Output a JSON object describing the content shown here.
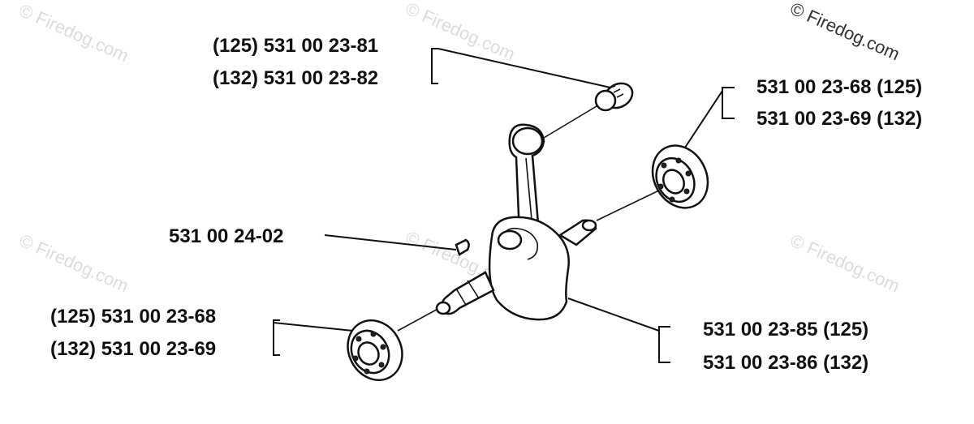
{
  "watermarks": {
    "main": "© Firedog.com",
    "faint": "© Firedog.com"
  },
  "labels": {
    "needle_bearing": {
      "line1": "(125) 531 00 23-81",
      "line2": "(132) 531 00 23-82"
    },
    "bearing_right": {
      "line1": "531 00 23-68 (125)",
      "line2": "531 00 23-69 (132)"
    },
    "key": "531 00 24-02",
    "bearing_left": {
      "line1": "(125) 531 00 23-68",
      "line2": "(132) 531 00 23-69"
    },
    "crankshaft": {
      "line1": "531 00 23-85 (125)",
      "line2": "531 00 23-86 (132)"
    }
  }
}
